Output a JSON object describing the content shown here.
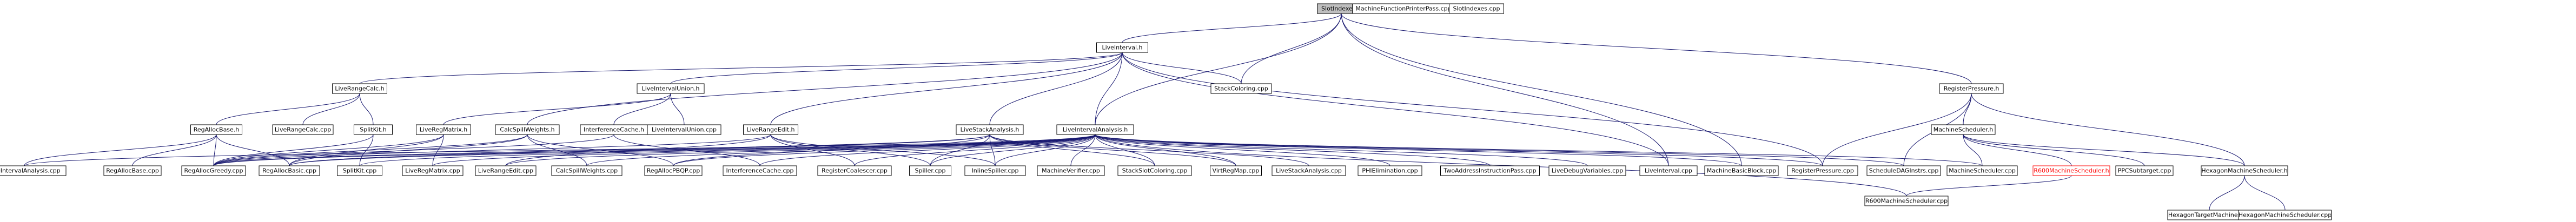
{
  "title": "SlotIndexes.h",
  "colors": {
    "edge": "#191970",
    "root_fill": "#bfbfbf",
    "node_border": "#000000",
    "highlight": "#ff0000"
  },
  "nodes": {
    "root": "SlotIndexes.h",
    "mffp": "MachineFunctionPrinterPass.cpp",
    "slotcpp": "SlotIndexes.cpp",
    "liveint": "LiveInterval.h",
    "lrcalc": "LiveRangeCalc.h",
    "liu": "LiveIntervalUnion.h",
    "stackcol": "StackColoring.cpp",
    "regpress": "RegisterPressure.h",
    "rabase": "RegAllocBase.h",
    "lrcalccpp": "LiveRangeCalc.cpp",
    "splitkit": "SplitKit.h",
    "livreg": "LiveRegMatrix.h",
    "calcspill": "CalcSpillWeights.h",
    "intcache": "InterferenceCache.h",
    "liucpp": "LiveIntervalUnion.cpp",
    "lredit": "LiveRangeEdit.h",
    "lsa": "LiveStackAnalysis.h",
    "lia": "LiveIntervalAnalysis.h",
    "machsched": "MachineScheduler.h",
    "lia_cpp": "LiveIntervalAnalysis.cpp",
    "rabasecpp": "RegAllocBase.cpp",
    "ragreedy": "RegAllocGreedy.cpp",
    "rabasic": "RegAllocBasic.cpp",
    "splitcpp": "SplitKit.cpp",
    "lrmcpp": "LiveRegMatrix.cpp",
    "lreditcpp": "LiveRangeEdit.cpp",
    "calccpp": "CalcSpillWeights.cpp",
    "rapbqp": "RegAllocPBQP.cpp",
    "icachecpp": "InterferenceCache.cpp",
    "regcoal": "RegisterCoalescer.cpp",
    "spillercpp": "Spiller.cpp",
    "inlinespill": "InlineSpiller.cpp",
    "mverifier": "MachineVerifier.cpp",
    "stackslot": "StackSlotColoring.cpp",
    "virtreg": "VirtRegMap.cpp",
    "lsacpp": "LiveStackAnalysis.cpp",
    "phielim": "PHIElimination.cpp",
    "twoaddr": "TwoAddressInstructionPass.cpp",
    "livedebug": "LiveDebugVariables.cpp",
    "liveintcpp": "LiveInterval.cpp",
    "mbb": "MachineBasicBlock.cpp",
    "regpresscpp": "RegisterPressure.cpp",
    "schedinst": "ScheduleDAGInstrs.cpp",
    "machschedcpp": "MachineScheduler.cpp",
    "r600": "R600MachineScheduler.h",
    "ppcsub": "PPCSubtarget.cpp",
    "hexsched": "HexagonMachineScheduler.h",
    "r600cpp": "R600MachineScheduler.cpp",
    "hextarget": "HexagonTargetMachine.cpp",
    "hexschedcpp": "HexagonMachineScheduler.cpp"
  }
}
